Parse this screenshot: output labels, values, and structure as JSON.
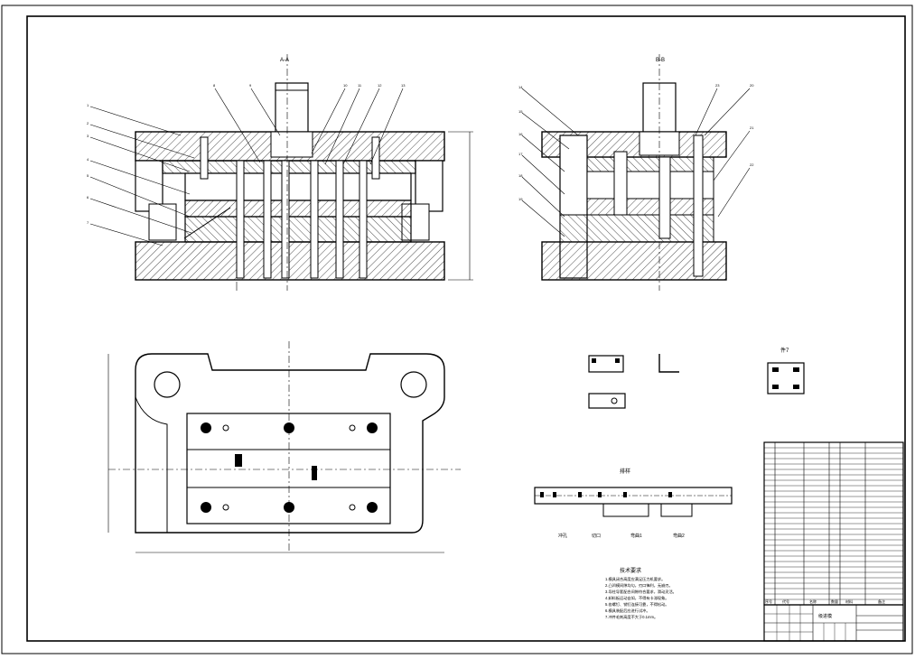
{
  "drawing": {
    "view_a_label": "A-A",
    "view_b_label": "B-B",
    "part_view_label": "件7",
    "strip_label": "排样",
    "notes_title": "技术要求",
    "notes": [
      "1.模具闭合高度应满足压力机要求。",
      "2.凸凹模间隙均匀，刃口锋利，无崩刃。",
      "3.导柱导套配合间隙符合要求，滑动灵活。",
      "4.卸料板运动自如，不得有卡滞现象。",
      "5.各螺钉、销钉连接可靠，不得松动。",
      "6.模具装配后应进行试冲。",
      "7.冲件毛刺高度不大于0.1mm。"
    ],
    "strip_step_labels": [
      "冲孔",
      "切口",
      "弯曲1",
      "弯曲2"
    ],
    "bom_header": [
      "序号",
      "代号",
      "名称",
      "数量",
      "材料",
      "备注"
    ],
    "title_block_label": "级进模",
    "leader_numbers_a": [
      "1",
      "2",
      "3",
      "4",
      "5",
      "6",
      "7",
      "8",
      "9",
      "10",
      "11",
      "12",
      "13"
    ],
    "leader_numbers_b": [
      "14",
      "15",
      "16",
      "17",
      "18",
      "19",
      "20",
      "21",
      "22",
      "23"
    ]
  }
}
